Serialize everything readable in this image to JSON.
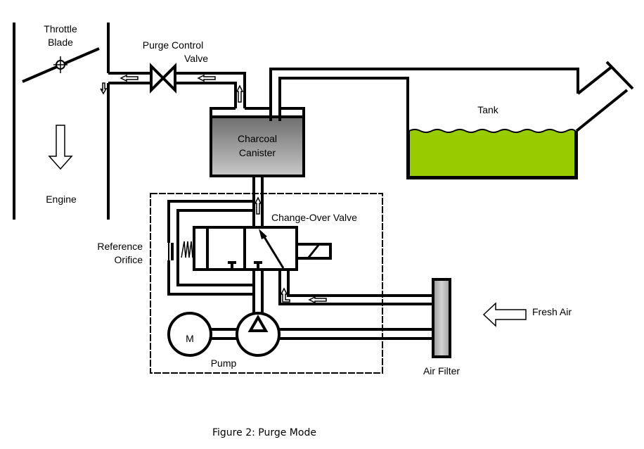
{
  "figure": {
    "caption": "Figure 2: Purge Mode",
    "mode": "Purge Mode"
  },
  "labels": {
    "throttle_line1": "Throttle",
    "throttle_line2": "Blade",
    "engine": "Engine",
    "purge_valve_line1": "Purge Control",
    "purge_valve_line2": "Valve",
    "canister_line1": "Charcoal",
    "canister_line2": "Canister",
    "tank": "Tank",
    "changeover_valve": "Change-Over Valve",
    "reference_line1": "Reference",
    "reference_line2": "Orifice",
    "motor": "M",
    "pump": "Pump",
    "air_filter": "Air Filter",
    "fresh_air": "Fresh Air"
  },
  "colors": {
    "fuel": "#99cc00",
    "canister_top": "#6e6e6e",
    "canister_bottom": "#c4c4c4",
    "filter_light": "#d0d0d0",
    "filter_dark": "#9a9a9a",
    "line": "#000000"
  }
}
